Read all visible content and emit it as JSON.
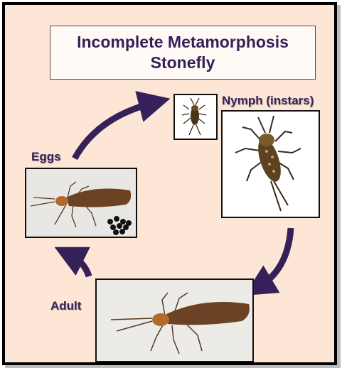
{
  "diagram": {
    "title_line1": "Incomplete Metamorphosis",
    "title_line2": "Stonefly",
    "stages": {
      "eggs": "Eggs",
      "nymph": "Nymph (instars)",
      "adult": "Adult"
    },
    "colors": {
      "background": "#fde6d6",
      "text": "#35205a",
      "arrow": "#35205a"
    },
    "icons": [
      "cycle-arrow-icon"
    ]
  }
}
